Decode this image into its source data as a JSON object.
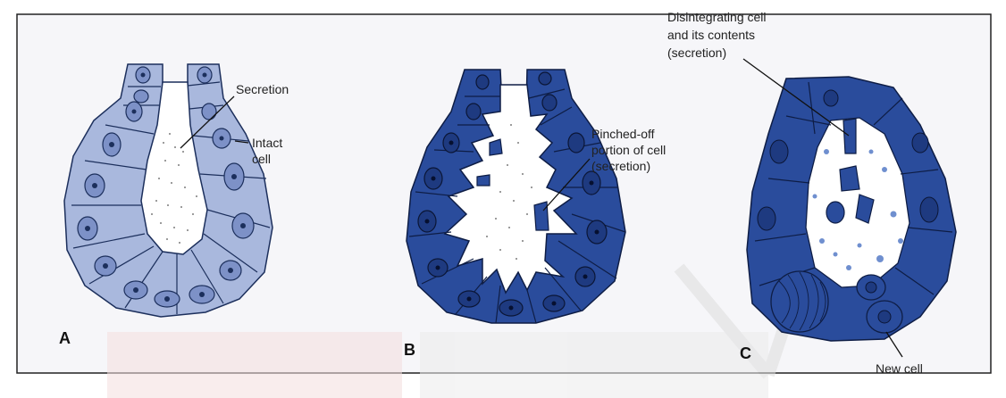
{
  "panels": {
    "a": {
      "letter": "A",
      "labels": {
        "secretion": "Secretion",
        "intact_line1": "Intact",
        "intact_line2": "cell"
      }
    },
    "b": {
      "letter": "B",
      "labels": {
        "line1": "Pinched-off",
        "line2": "portion of cell",
        "line3": "(secretion)"
      }
    },
    "c": {
      "letter": "C",
      "labels": {
        "top_line1": "Disintegrating cell",
        "top_line2": "and its contents",
        "top_line3": "(secretion)",
        "new_cell": "New cell"
      }
    }
  },
  "colors": {
    "cell_light": "#a9b8dd",
    "cell_dark": "#2a4c9c",
    "nucleus_light": "#7d91c7",
    "nucleus_dark": "#1e3a80",
    "watermark_red": "#e8a0a0",
    "watermark_gray": "#d9d9d9"
  }
}
